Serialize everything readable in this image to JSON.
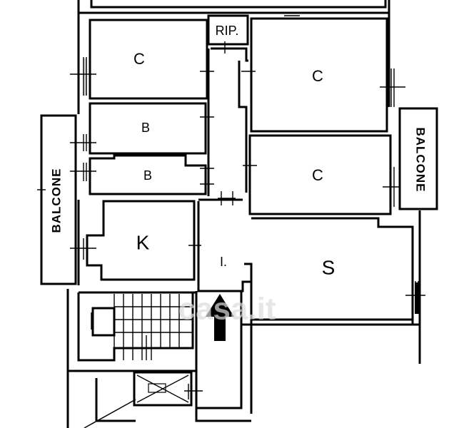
{
  "rooms": {
    "bedroom_top_left": "C",
    "bath_upper": "B",
    "bath_lower": "B",
    "kitchen": "K",
    "entry": "I.",
    "living": "S",
    "bedroom_top_right": "C",
    "bedroom_mid_right": "C",
    "storage": "RIP."
  },
  "balconies": {
    "left": "BALCONE",
    "right": "BALCONE"
  },
  "watermark": "casa.it"
}
